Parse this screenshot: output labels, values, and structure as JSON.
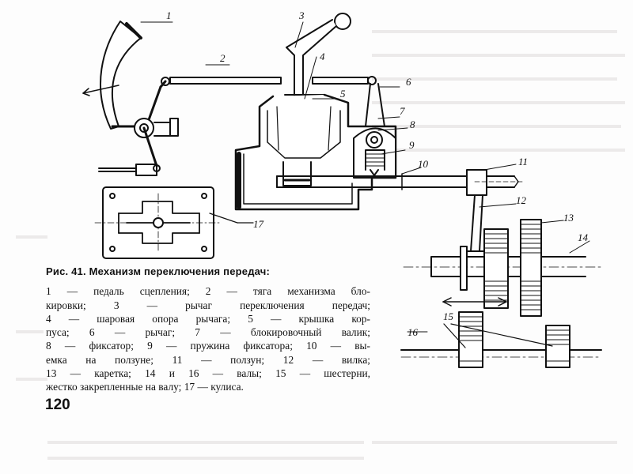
{
  "figure": {
    "labels": [
      "1",
      "2",
      "3",
      "4",
      "5",
      "6",
      "7",
      "8",
      "9",
      "10",
      "11",
      "12",
      "13",
      "14",
      "15",
      "16",
      "17"
    ]
  },
  "caption": {
    "title": "Рис. 41. Механизм переключения передач:",
    "lines": [
      "1 — педаль сцепления; 2 — тяга механизма бло-",
      "кировки; 3 — рычаг переключения передач;",
      "4 — шаровая опора рычага; 5 — крышка кор-",
      "пуса; 6 — рычаг; 7 — блокировочный валик;",
      "8 — фиксатор; 9 — пружина фиксатора; 10 — вы-",
      "емка на ползуне; 11 — ползун; 12 — вилка;",
      "13 — каретка; 14 и 16 — валы; 15 — шестерни,",
      "жестко закрепленные на валу; 17 — кулиса."
    ]
  },
  "page_number": "120"
}
